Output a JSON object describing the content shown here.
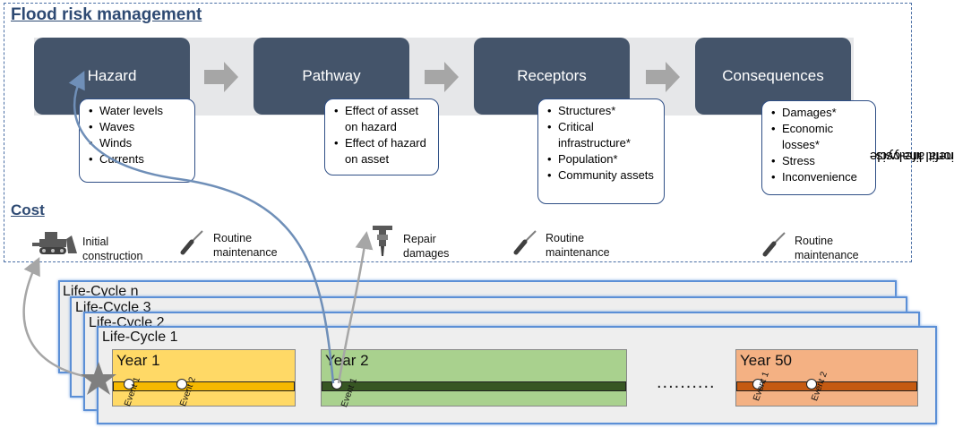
{
  "title": "Flood risk management",
  "stages": [
    {
      "label": "Hazard",
      "items": [
        "Water levels",
        "Waves",
        "Winds",
        "Currents"
      ]
    },
    {
      "label": "Pathway",
      "items": [
        "Effect of asset on hazard",
        "Effect of hazard on asset"
      ]
    },
    {
      "label": "Receptors",
      "items": [
        "Structures*",
        "Critical infrastructure*",
        "Population*",
        "Community assets"
      ]
    },
    {
      "label": "Consequences",
      "items": [
        "Damages*",
        "Economic losses*",
        "Stress",
        "Inconvenience"
      ]
    }
  ],
  "side_label_line1": "Conventional life-cycle",
  "side_label_line2": "cost-benefit analysis",
  "cost": {
    "title": "Cost",
    "items": [
      {
        "label": "Initial construction",
        "icon": "bulldozer-icon"
      },
      {
        "label": "Routine maintenance",
        "icon": "screwdriver-icon"
      },
      {
        "label": "Repair damages",
        "icon": "jackhammer-icon"
      },
      {
        "label": "Routine maintenance",
        "icon": "screwdriver-icon"
      },
      {
        "label": "Routine maintenance",
        "icon": "screwdriver-icon"
      }
    ]
  },
  "lifecycles": [
    "Life-Cycle n",
    "Life-Cycle 3",
    "Life-Cycle 2",
    "Life-Cycle 1"
  ],
  "years": [
    {
      "label": "Year 1",
      "events": [
        "Event 1",
        "Event 2"
      ],
      "colors": {
        "box": "#ffd966",
        "track": "#f5b800"
      }
    },
    {
      "label": "Year 2",
      "events": [
        "Event 1"
      ],
      "colors": {
        "box": "#a9d18e",
        "track": "#375623"
      }
    },
    {
      "label": "Year 50",
      "events": [
        "Event 1",
        "Event 2"
      ],
      "colors": {
        "box": "#f4b183",
        "track": "#c55a11"
      }
    }
  ],
  "ellipsis": "..........",
  "colors": {
    "stage": "#44546a",
    "title": "#2e4a73",
    "frame": "#4a6fa5",
    "lifecycle_border": "#5b8fd6"
  }
}
